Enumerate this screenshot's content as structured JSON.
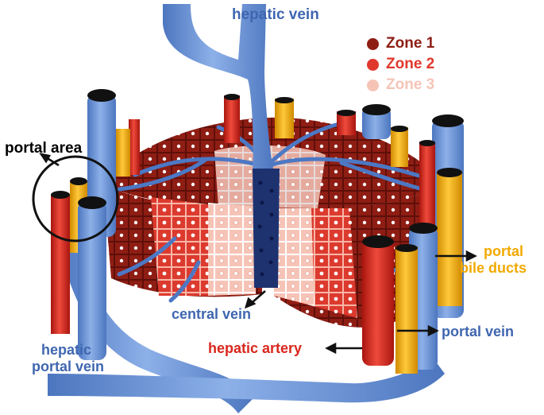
{
  "labels": {
    "hepatic_vein": "hepatic vein",
    "portal_area": "portal area",
    "portal_bile_ducts_line1": "portal",
    "portal_bile_ducts_line2": "bile ducts",
    "central_vein": "central vein",
    "portal_vein": "portal vein",
    "hepatic_artery": "hepatic artery",
    "hepatic_portal_vein_line1": "hepatic",
    "hepatic_portal_vein_line2": "portal vein"
  },
  "legend": [
    {
      "label": "Zone 1",
      "color": "#8e1d14"
    },
    {
      "label": "Zone 2",
      "color": "#e0382d"
    },
    {
      "label": "Zone 3",
      "color": "#f6c4b7"
    }
  ],
  "colors": {
    "vein_blue": "#6f98d8",
    "vein_blue_text": "#3f66b0",
    "artery_red": "#d8261c",
    "bile_yellow": "#f2a900",
    "central_vein_navy": "#1e3270",
    "portal_label": "#000000"
  }
}
